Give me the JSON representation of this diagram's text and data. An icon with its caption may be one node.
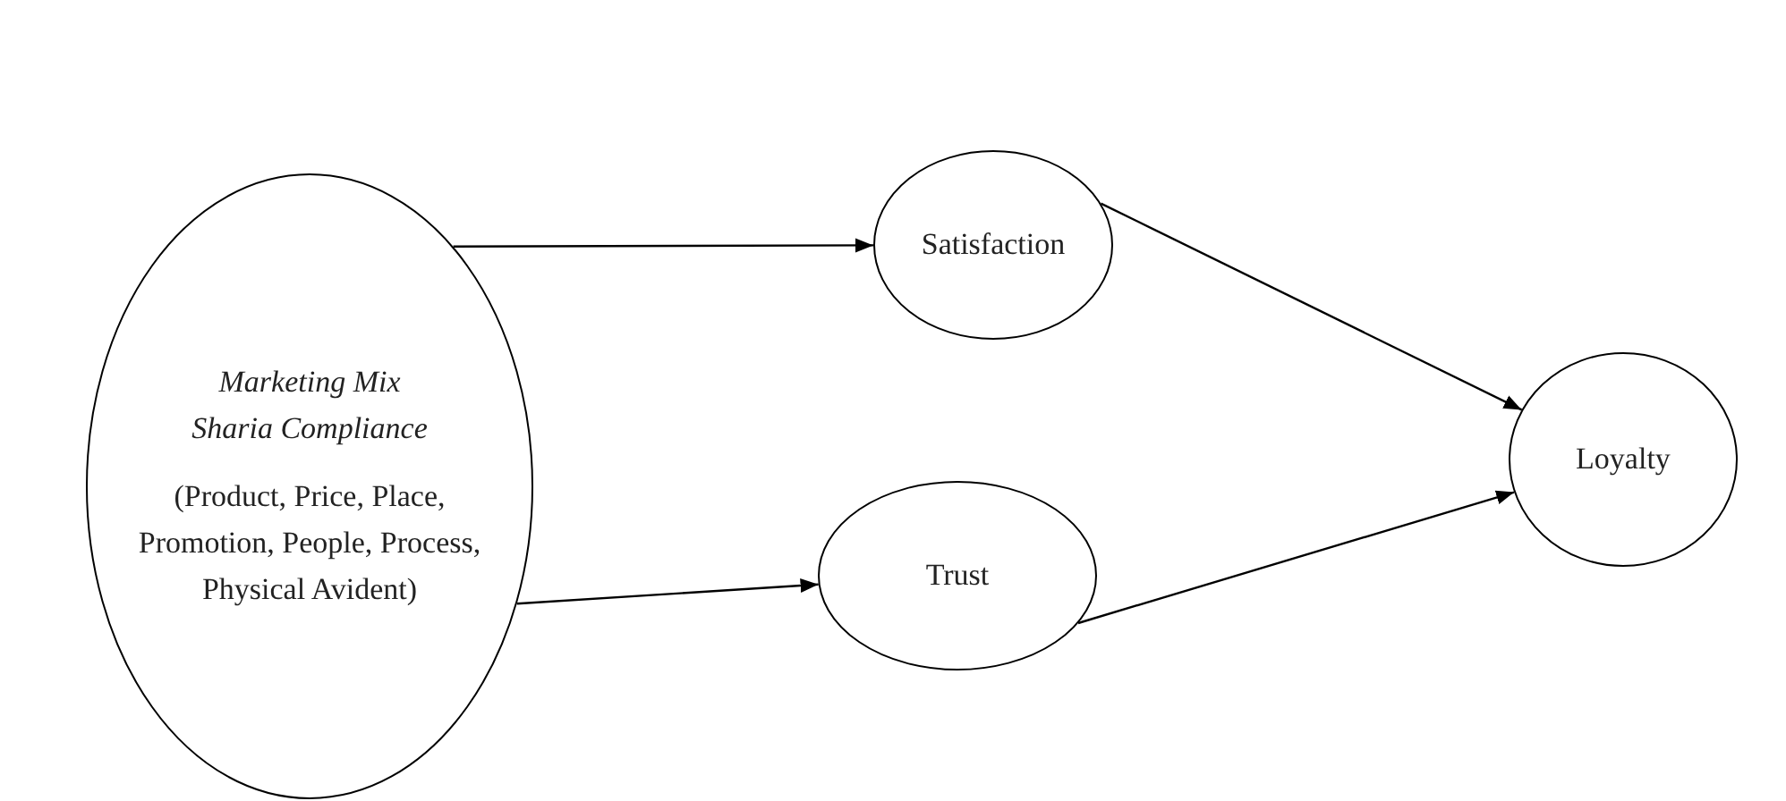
{
  "diagram": {
    "nodes": [
      {
        "text": [
          "Marketing Mix Sharia Compliance",
          "(Product, Price, Place, Promotion, People, Process, Physical Avident)"
        ]
      },
      {
        "text": [
          "Satisfaction"
        ]
      },
      {
        "text": [
          "Trust"
        ]
      },
      {
        "text": [
          "Loyalty"
        ]
      }
    ],
    "edges": [
      {
        "from": 0,
        "to": 1,
        "arrow": "to"
      },
      {
        "from": 0,
        "to": 2,
        "arrow": "to"
      },
      {
        "from": 1,
        "to": 3,
        "arrow": "to"
      },
      {
        "from": 2,
        "to": 3,
        "arrow": "to"
      }
    ]
  }
}
